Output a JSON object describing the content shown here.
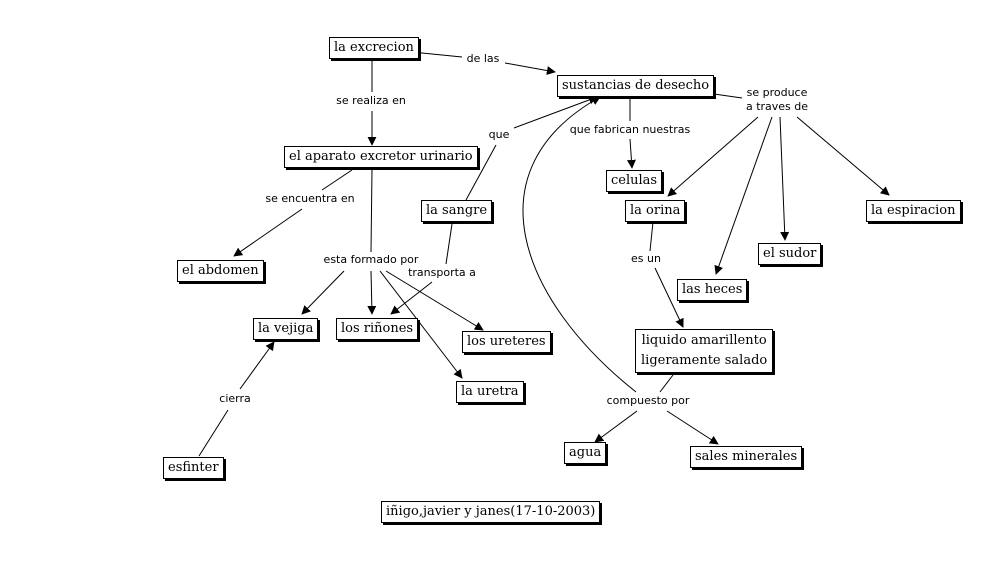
{
  "nodes": {
    "excrecion": "la excrecion",
    "sustancias": "sustancias de desecho",
    "aparato": "el aparato excretor urinario",
    "sangre": "la sangre",
    "celulas": "celulas",
    "orina": "la orina",
    "espiracion": "la espiracion",
    "abdomen": "el abdomen",
    "sudor": "el sudor",
    "heces": "las heces",
    "vejiga": "la vejiga",
    "rinones": "los riñones",
    "ureteres": "los ureteres",
    "uretra": "la uretra",
    "liquido_line1": "liquido amarillento",
    "liquido_line2": "ligeramente salado",
    "esfinter": "esfinter",
    "agua": "agua",
    "sales": "sales minerales",
    "credits": "iñigo,javier y janes(17-10-2003)"
  },
  "links": {
    "de_las": "de las",
    "se_realiza_en": "se realiza en",
    "que": "que",
    "que_fabrican": "que fabrican nuestras",
    "se_produce_1": "se produce",
    "se_produce_2": "a traves de",
    "se_encuentra_en": "se encuentra en",
    "esta_formado_por": "esta formado por",
    "transporta_a": "transporta a",
    "es_un": "es un",
    "cierra": "cierra",
    "compuesto_por": "compuesto por"
  }
}
